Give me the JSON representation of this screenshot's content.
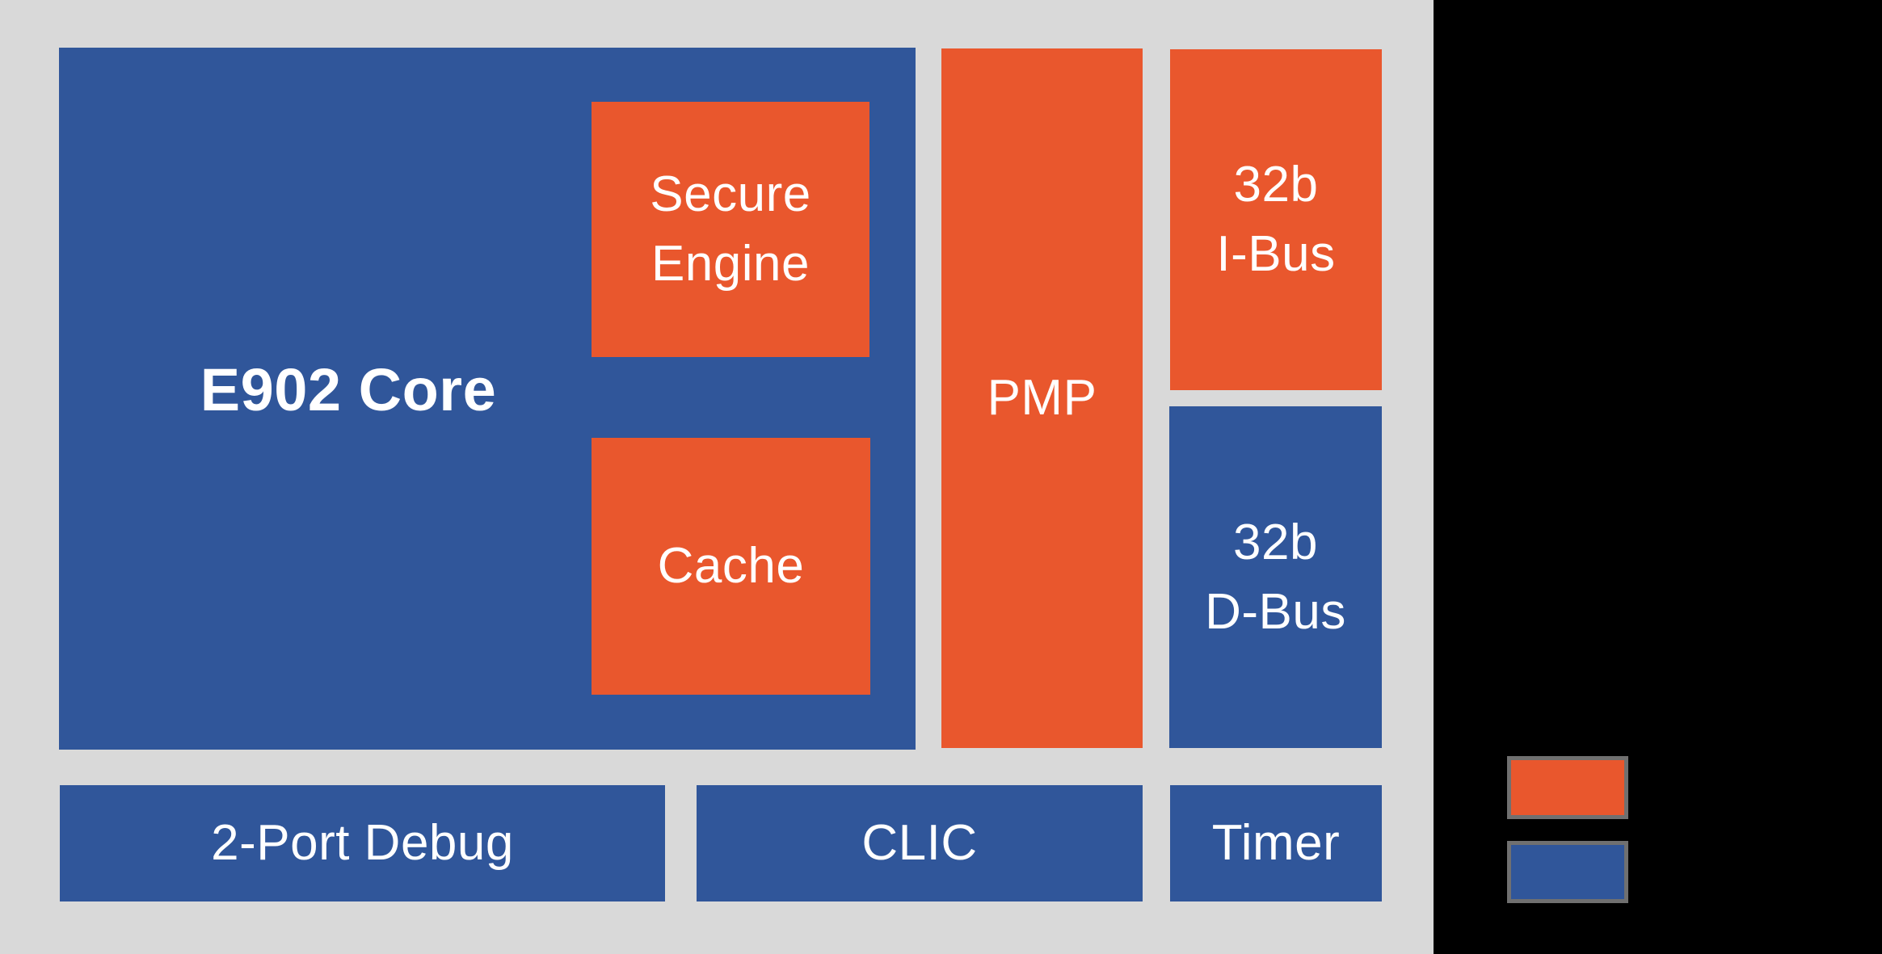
{
  "diagram": {
    "blocks": {
      "e902": {
        "label": "E902 Core",
        "color": "#30569A"
      },
      "secure": {
        "line1": "Secure",
        "line2": "Engine",
        "color": "#E9572D"
      },
      "cache": {
        "label": "Cache",
        "color": "#E9572D"
      },
      "pmp": {
        "label": "PMP",
        "color": "#E9572D"
      },
      "ibus": {
        "line1": "32b",
        "line2": "I-Bus",
        "color": "#E9572D"
      },
      "dbus": {
        "line1": "32b",
        "line2": "D-Bus",
        "color": "#30569A"
      },
      "debug": {
        "label": "2-Port Debug",
        "color": "#30569A"
      },
      "clic": {
        "label": "CLIC",
        "color": "#30569A"
      },
      "timer": {
        "label": "Timer",
        "color": "#30569A"
      }
    },
    "legend": {
      "swatches": [
        {
          "name": "orange-category-swatch",
          "color": "#E9572D",
          "border": "#707070"
        },
        {
          "name": "blue-category-swatch",
          "color": "#30569A",
          "border": "#707070"
        }
      ]
    },
    "colors": {
      "slide_background": "#D9D9D9",
      "side_panel": "#000000",
      "label_text": "#FFFFFF"
    }
  }
}
